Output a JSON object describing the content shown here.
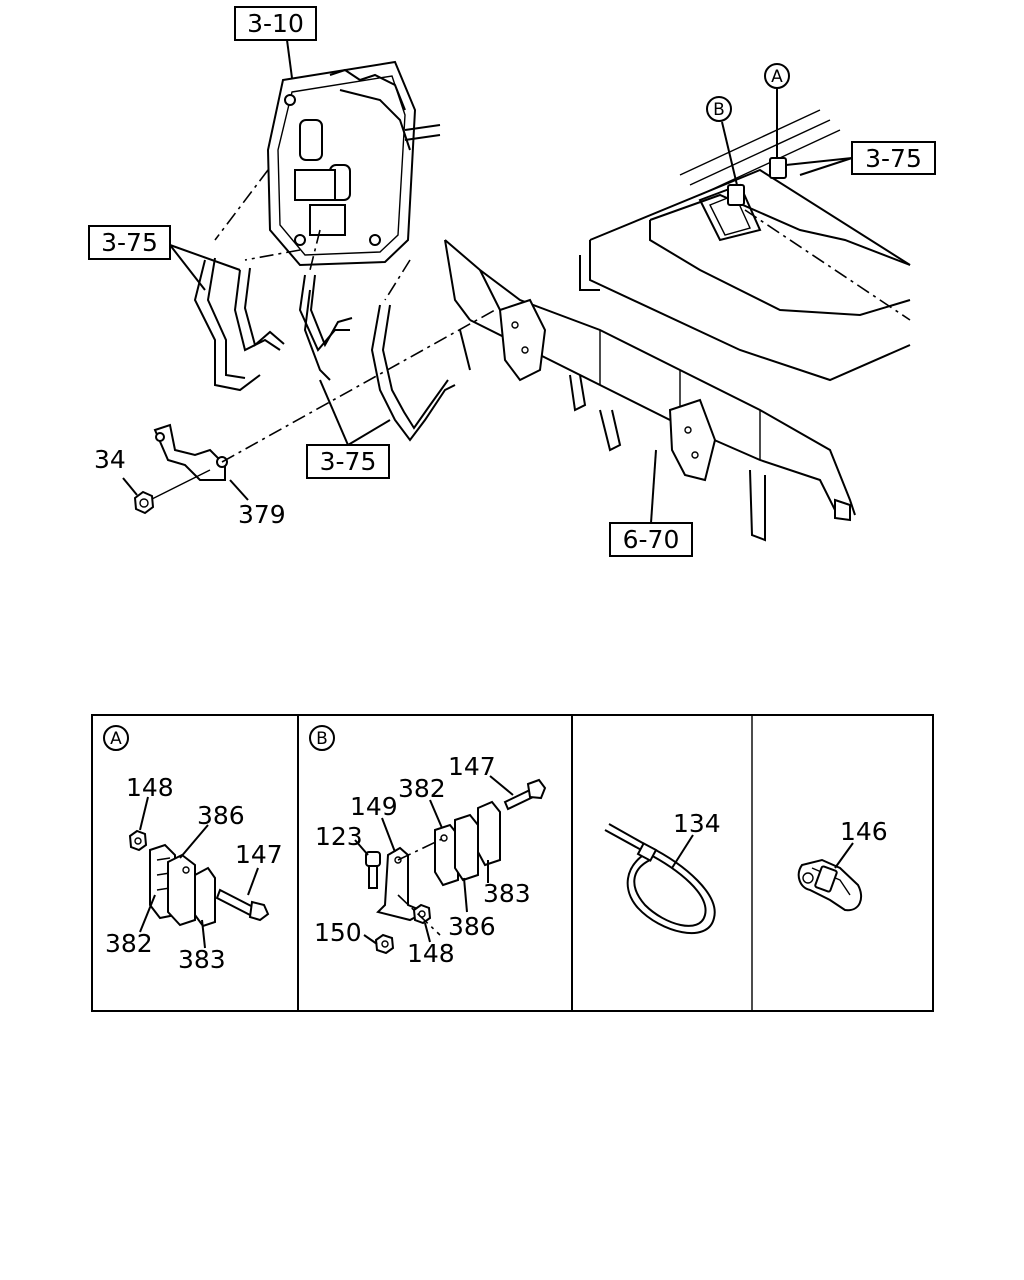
{
  "diagram": {
    "refs": {
      "ref_3_10": "3-10",
      "ref_3_75_left": "3-75",
      "ref_3_75_right": "3-75",
      "ref_3_75_bottom": "3-75",
      "ref_6_70": "6-70"
    },
    "callouts": {
      "callout_a": "A",
      "callout_b": "B"
    },
    "parts": {
      "p34": "34",
      "p379": "379"
    }
  },
  "detail_panels": [
    {
      "id": "A",
      "labels": {
        "p148": "148",
        "p386": "386",
        "p147": "147",
        "p382": "382",
        "p383": "383"
      }
    },
    {
      "id": "B",
      "labels": {
        "p147": "147",
        "p382": "382",
        "p149": "149",
        "p123": "123",
        "p383": "383",
        "p386": "386",
        "p150": "150",
        "p148": "148"
      }
    },
    {
      "labels": {
        "p134": "134"
      }
    },
    {
      "labels": {
        "p146": "146"
      }
    }
  ]
}
